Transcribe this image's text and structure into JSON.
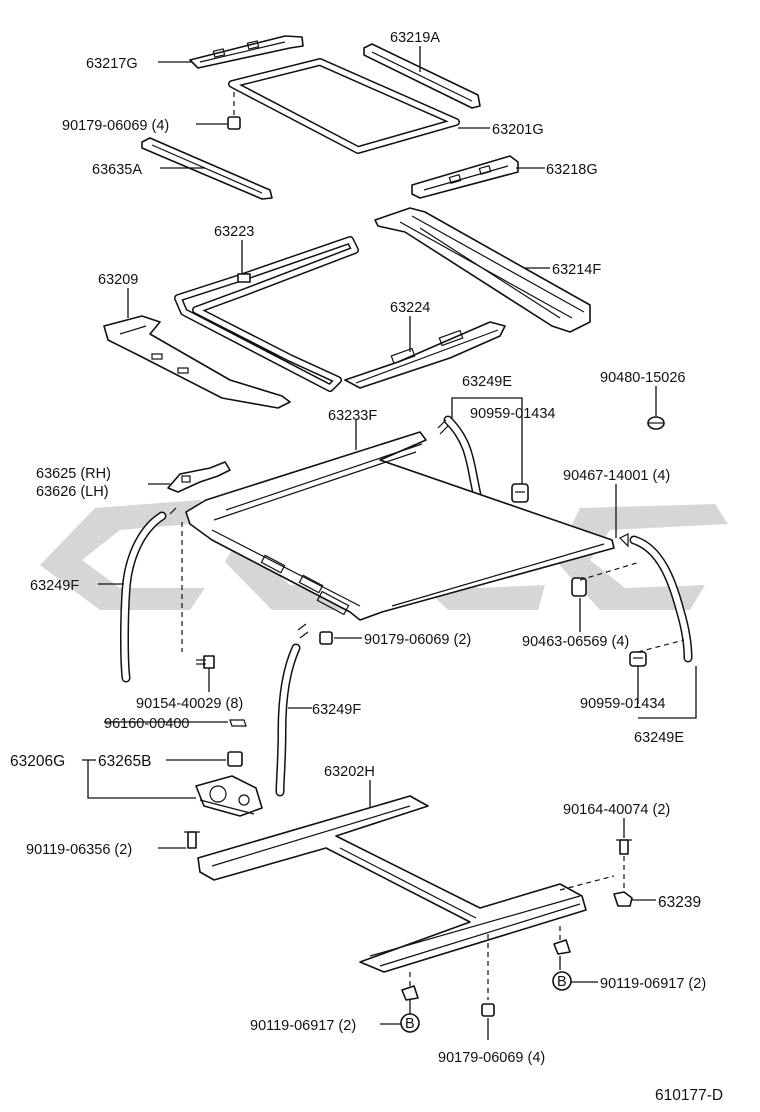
{
  "diagram_id": "610177-D",
  "watermark_color": "#cfcfcf",
  "callout_b": "B",
  "labels": {
    "p63217G": "63217G",
    "p63219A": "63219A",
    "p90179_06069_4_top": "90179-06069 (4)",
    "p63201G": "63201G",
    "p63635A": "63635A",
    "p63218G": "63218G",
    "p63223": "63223",
    "p63214F": "63214F",
    "p63209": "63209",
    "p63224": "63224",
    "p63249E_top": "63249E",
    "p90959_01434_top": "90959-01434",
    "p90480_15026": "90480-15026",
    "p63233F": "63233F",
    "p63625": "63625 (RH)",
    "p63626": "63626 (LH)",
    "p90467_14001": "90467-14001 (4)",
    "p63249F_left": "63249F",
    "p90179_06069_2": "90179-06069 (2)",
    "p90463_06569": "90463-06569 (4)",
    "p90154_40029": "90154-40029 (8)",
    "p63249F_mid": "63249F",
    "p90959_01434_bot": "90959-01434",
    "p63249E_bot": "63249E",
    "p96160_00400": "96160-00400",
    "p63206G": "63206G",
    "p63265B": "63265B",
    "p63202H": "63202H",
    "p90164_40074": "90164-40074 (2)",
    "p90119_06356": "90119-06356 (2)",
    "p63239": "63239",
    "p90119_06917_right": "90119-06917 (2)",
    "p90119_06917_left": "90119-06917 (2)",
    "p90179_06069_4_bot": "90179-06069 (4)"
  }
}
